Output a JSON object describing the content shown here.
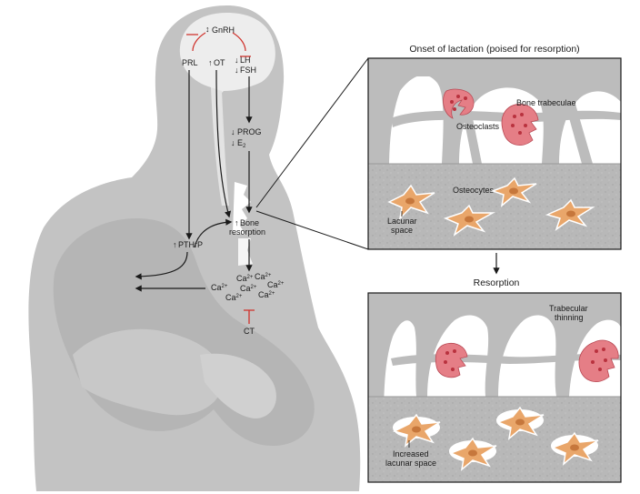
{
  "hormones": {
    "gnrh": "GnRH",
    "prl": "PRL",
    "ot": "OT",
    "lh": "LH",
    "fsh": "FSH",
    "prog": "PROG",
    "e2_base": "E",
    "e2_sub": "2",
    "bone_line1": "Bone",
    "bone_line2": "resorption",
    "pthrp": "PTHrP",
    "ca": "Ca",
    "ca_charge": "2+",
    "ct": "CT"
  },
  "panel_top": {
    "title": "Onset of lactation (poised for resorption)",
    "bone_trabeculae": "Bone trabeculae",
    "osteoclasts": "Osteoclasts",
    "osteocytes": "Osteocytes",
    "lacunar_line1": "Lacunar",
    "lacunar_line2": "space"
  },
  "transition": {
    "label": "Resorption"
  },
  "panel_bottom": {
    "thinning_line1": "Trabecular",
    "thinning_line2": "thinning",
    "increased_line1": "Increased",
    "increased_line2": "lacunar space"
  },
  "colors": {
    "silhouette": "#c4c4c4",
    "silhouette_dark": "#a9a9a9",
    "brain": "#ececec",
    "bone": "#b9b9b9",
    "osteoclast": "#e57e86",
    "osteocyte": "#e9a66a",
    "inhibit": "#d0302a",
    "arrow": "#1a1a1a"
  }
}
